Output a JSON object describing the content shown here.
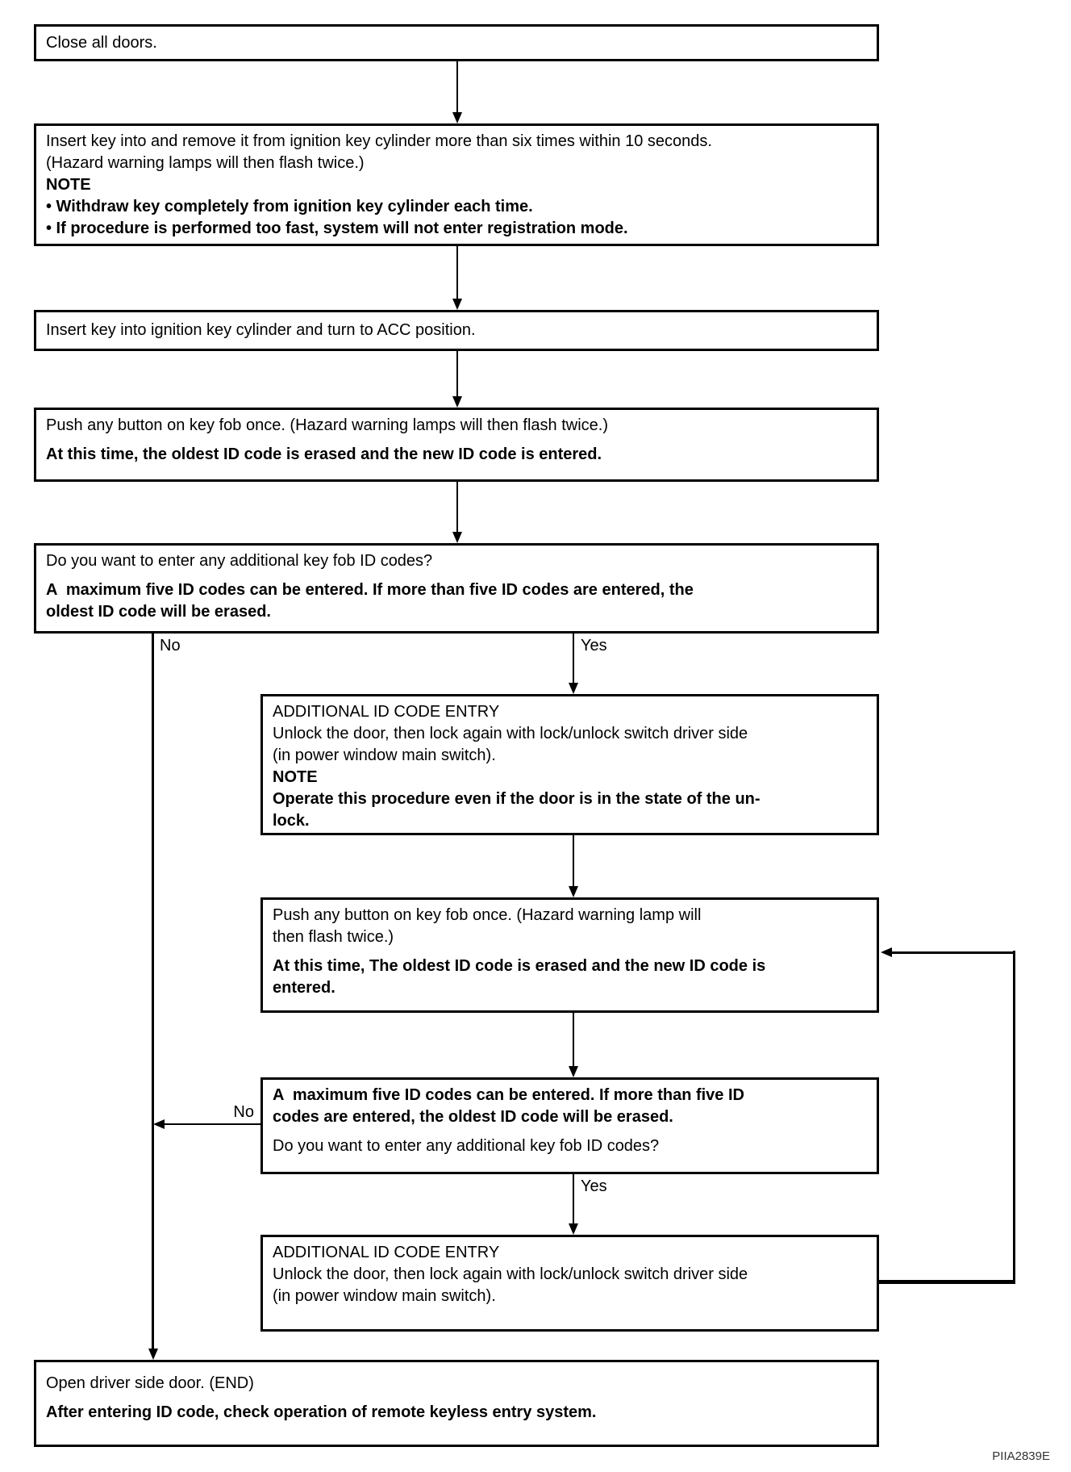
{
  "figure": {
    "code_label": "PIIA2839E"
  },
  "labels": {
    "no_top": "No",
    "yes_top": "Yes",
    "no_mid": "No",
    "yes_mid": "Yes"
  },
  "boxes": {
    "close_doors": {
      "lines": [
        {
          "text": "Close all doors.",
          "bold": false
        }
      ]
    },
    "insert_remove_key": {
      "lines": [
        {
          "text": "Insert key into and remove it from ignition key cylinder more than six times within 10 seconds.",
          "bold": false
        },
        {
          "text": "(Hazard warning lamps will then flash twice.)",
          "bold": false
        },
        {
          "text": "NOTE",
          "bold": true
        },
        {
          "text": "• Withdraw key completely from ignition key cylinder each time.",
          "bold": true
        },
        {
          "text": "• If procedure is performed too fast, system will not enter registration mode.",
          "bold": true
        }
      ]
    },
    "insert_key_acc": {
      "lines": [
        {
          "text": "Insert key into ignition key cylinder and turn to ACC position.",
          "bold": false
        }
      ]
    },
    "push_button_first": {
      "lines": [
        {
          "text": "Push any button on key fob once. (Hazard warning lamps will then flash twice.)",
          "bold": false
        },
        {
          "text": "At this time, the oldest ID code is erased and the new ID code is entered.",
          "bold": true,
          "gap": true
        }
      ]
    },
    "additional_question_first": {
      "lines": [
        {
          "text": "Do you want to enter any additional key fob ID codes?",
          "bold": false
        },
        {
          "text": "A  maximum five ID codes can be entered. If more than five ID codes are entered, the",
          "bold": true,
          "gap": true
        },
        {
          "text": "oldest ID code will be erased.",
          "bold": true
        }
      ]
    },
    "additional_entry_first": {
      "lines": [
        {
          "text": "ADDITIONAL ID CODE ENTRY",
          "bold": false
        },
        {
          "text": "Unlock the door, then lock again with lock/unlock switch driver side",
          "bold": false
        },
        {
          "text": "(in power window main switch).",
          "bold": false
        },
        {
          "text": "NOTE",
          "bold": true
        },
        {
          "text": "Operate this procedure even if the door is in the state of the un-",
          "bold": true
        },
        {
          "text": "lock.",
          "bold": true
        }
      ]
    },
    "push_button_loop": {
      "lines": [
        {
          "text": "Push any button on key fob once. (Hazard warning lamp will",
          "bold": false
        },
        {
          "text": "then flash twice.)",
          "bold": false
        },
        {
          "text": "At this time, The oldest ID code is erased and the new ID code is",
          "bold": true,
          "gap": true
        },
        {
          "text": "entered.",
          "bold": true
        }
      ]
    },
    "additional_question_loop": {
      "lines": [
        {
          "text": "A  maximum five ID codes can be entered. If more than five ID",
          "bold": true
        },
        {
          "text": "codes are entered, the oldest ID code will be erased.",
          "bold": true
        },
        {
          "text": "Do you want to enter any additional key fob ID codes?",
          "bold": false,
          "gap": true
        }
      ]
    },
    "additional_entry_loop": {
      "lines": [
        {
          "text": "ADDITIONAL ID CODE ENTRY",
          "bold": false
        },
        {
          "text": "Unlock the door, then lock again with lock/unlock switch driver side",
          "bold": false
        },
        {
          "text": "(in power window main switch).",
          "bold": false
        }
      ]
    },
    "open_door_end": {
      "lines": [
        {
          "text": "Open driver side door. (END)",
          "bold": false
        },
        {
          "text": "After entering ID code, check operation of remote keyless entry system.",
          "bold": true,
          "gap": true
        }
      ]
    }
  }
}
